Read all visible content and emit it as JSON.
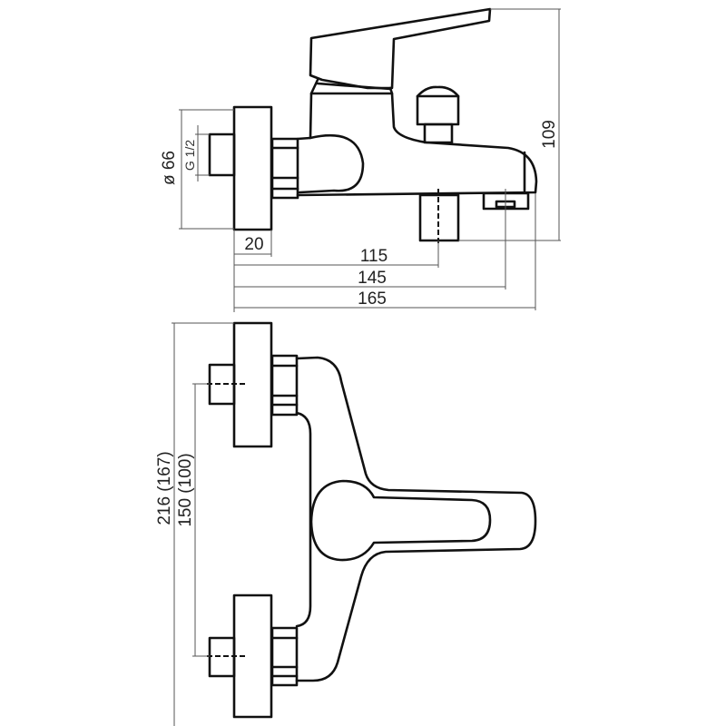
{
  "side_view": {
    "dim_diameter": "ø 66",
    "dim_thread": "G 1/2",
    "dim_flange": "20",
    "dim_outlet": "115",
    "dim_spout": "145",
    "dim_total_length": "165",
    "dim_height": "109"
  },
  "top_view": {
    "dim_total_width": "216 (167)",
    "dim_center_distance": "150 (100)"
  }
}
